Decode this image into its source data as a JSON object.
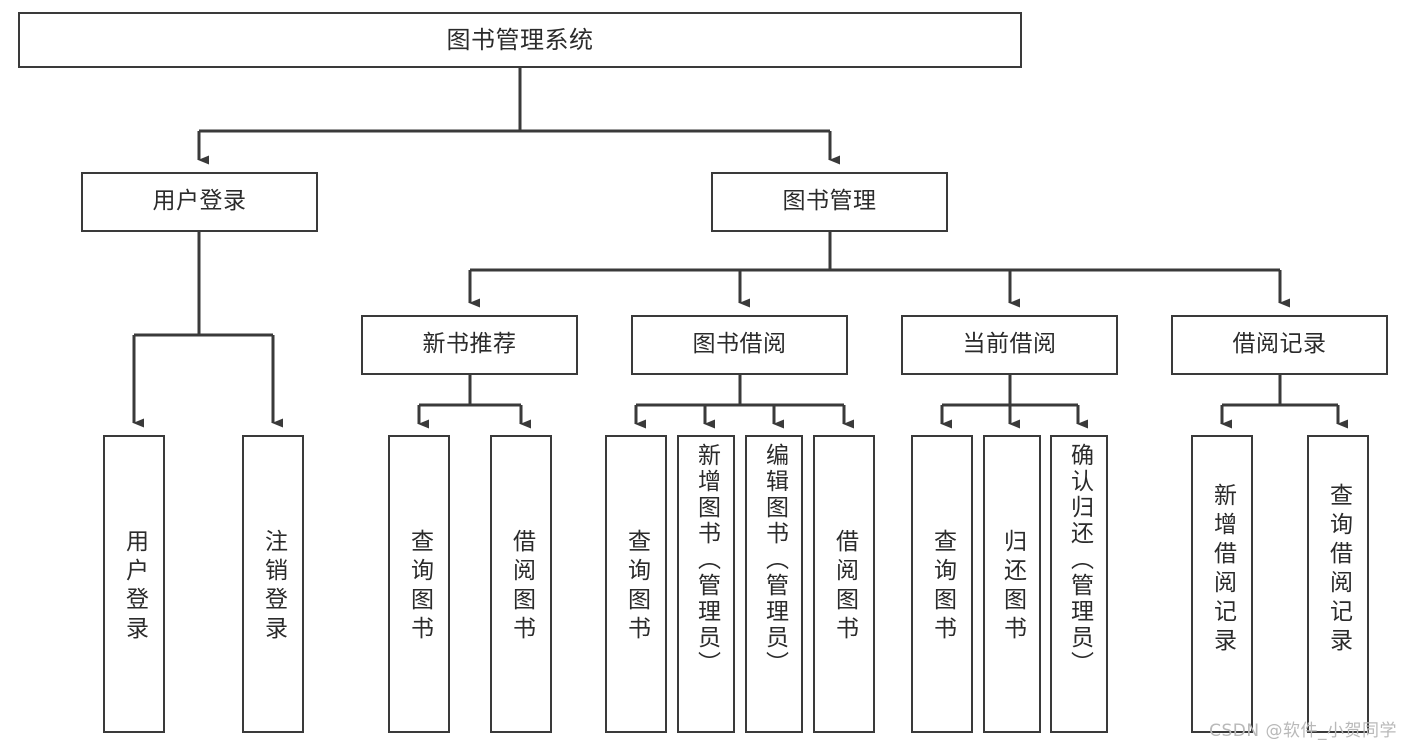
{
  "diagram": {
    "title": "图书管理系统",
    "type": "tree",
    "root": {
      "label": "图书管理系统"
    },
    "level2": [
      {
        "label": "用户登录"
      },
      {
        "label": "图书管理"
      }
    ],
    "level3": [
      {
        "label": "新书推荐"
      },
      {
        "label": "图书借阅"
      },
      {
        "label": "当前借阅"
      },
      {
        "label": "借阅记录"
      }
    ],
    "leaves": {
      "user_login": [
        {
          "label": "用户登录"
        },
        {
          "label": "注销登录"
        }
      ],
      "new_book_recommend": [
        {
          "label": "查询图书"
        },
        {
          "label": "借阅图书"
        }
      ],
      "book_borrow": [
        {
          "label": "查询图书"
        },
        {
          "label": "新增图书（管理员）"
        },
        {
          "label": "编辑图书（管理员）"
        },
        {
          "label": "借阅图书"
        }
      ],
      "current_borrow": [
        {
          "label": "查询图书"
        },
        {
          "label": "归还图书"
        },
        {
          "label": "确认归还（管理员）"
        }
      ],
      "borrow_record": [
        {
          "label": "新增借阅记录"
        },
        {
          "label": "查询借阅记录"
        }
      ]
    }
  },
  "watermark": {
    "text": "CSDN @软件_小贺同学"
  },
  "colors": {
    "stroke": "#3a3a3a",
    "box_fill": "#ffffff",
    "text": "#2b2b2b",
    "watermark": "#b9b9b9",
    "background": "#ffffff"
  }
}
